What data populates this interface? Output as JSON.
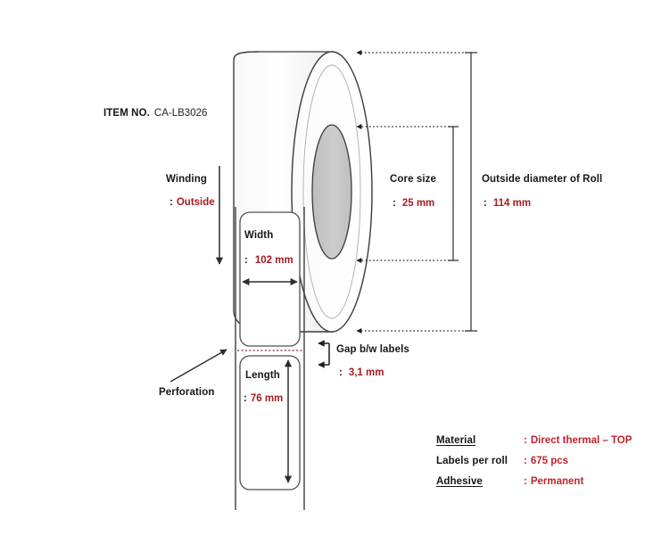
{
  "diagram": {
    "title_label": "ITEM NO.",
    "title_value": "CA-LB3026",
    "colon": ":",
    "callouts": {
      "winding": {
        "label": "Winding",
        "value": "Outside"
      },
      "width": {
        "label": "Width",
        "value": "102 mm"
      },
      "length": {
        "label": "Length",
        "value": "76 mm"
      },
      "core_size": {
        "label": "Core size",
        "value": "25 mm"
      },
      "outside_diameter": {
        "label": "Outside diameter of Roll",
        "value": "114 mm"
      },
      "gap": {
        "label": "Gap b/w labels",
        "value": "3,1 mm"
      },
      "perforation": {
        "label": "Perforation"
      }
    },
    "spec_table": [
      {
        "label": "Material",
        "value": "Direct thermal – TOP",
        "underline": true
      },
      {
        "label": "Labels per roll",
        "value": "675 pcs",
        "underline": false
      },
      {
        "label": "Adhesive",
        "value": "Permanent",
        "underline": true
      }
    ],
    "colors": {
      "value_red": "#a81c22",
      "spec_red": "#c0242b",
      "line": "#3a3a3a",
      "core_fill": "#c9c9c9",
      "shade_fill": "#e2e2e2",
      "background": "#ffffff"
    },
    "icon_names": {
      "winding_arrow": "arrow-down-icon",
      "width_arrow": "arrow-horizontal-double-icon",
      "length_arrow": "arrow-vertical-double-icon",
      "perforation_arrow": "arrow-diagonal-icon",
      "gap_bracket": "gap-bracket-icon"
    }
  }
}
